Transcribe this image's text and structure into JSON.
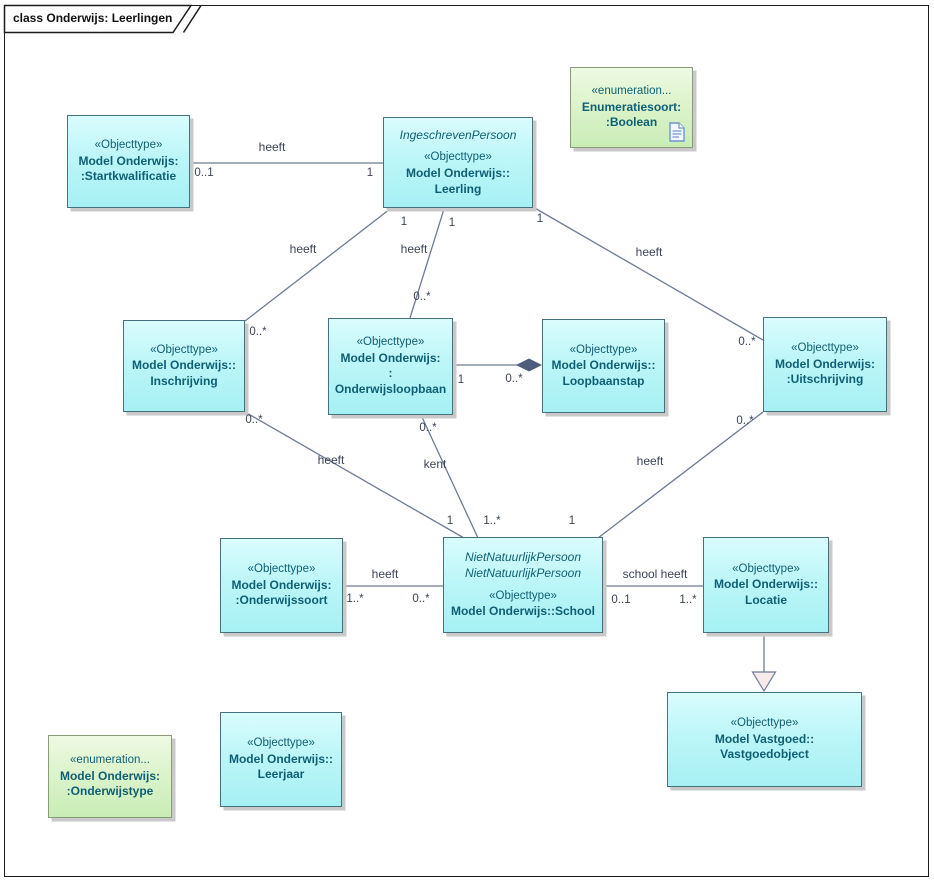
{
  "frame": {
    "title": "class Onderwijs: Leerlingen"
  },
  "colors": {
    "class_fill_top": "#dafcfd",
    "class_fill_bottom": "#a6f0f4",
    "class_border": "#44707f",
    "enum_fill_top": "#eefae3",
    "enum_fill_bottom": "#c9edb6",
    "enum_border": "#8b9b79",
    "text": "#0f5f74",
    "connector": "#6d7b95",
    "connector_text": "#3b4354",
    "shadow": "#c9c9c9"
  },
  "boxes": {
    "startkwalificatie": {
      "stereotype": "«Objecttype»",
      "name1": "Model Onderwijs:",
      "name2": ":Startkwalificatie"
    },
    "leerling": {
      "parent": "IngeschrevenPersoon",
      "stereotype": "«Objecttype»",
      "name1": "Model Onderwijs::",
      "name2": "Leerling"
    },
    "enum_boolean": {
      "stereotype": "«enumeration...",
      "name1": "Enumeratiesoort:",
      "name2": ":Boolean",
      "icon": "document-icon"
    },
    "inschrijving": {
      "stereotype": "«Objecttype»",
      "name1": "Model Onderwijs::",
      "name2": "Inschrijving"
    },
    "onderwijsloopbaan": {
      "stereotype": "«Objecttype»",
      "name1": "Model Onderwijs:",
      "name2": ":",
      "name3": "Onderwijsloopbaan"
    },
    "loopbaanstap": {
      "stereotype": "«Objecttype»",
      "name1": "Model Onderwijs::",
      "name2": "Loopbaanstap"
    },
    "uitschrijving": {
      "stereotype": "«Objecttype»",
      "name1": "Model Onderwijs:",
      "name2": ":Uitschrijving"
    },
    "onderwijssoort": {
      "stereotype": "«Objecttype»",
      "name1": "Model Onderwijs:",
      "name2": ":Onderwijssoort"
    },
    "school": {
      "parent1": "NietNatuurlijkPersoon",
      "parent2": "NietNatuurlijkPersoon",
      "stereotype": "«Objecttype»",
      "name1": "Model Onderwijs::School"
    },
    "locatie": {
      "stereotype": "«Objecttype»",
      "name1": "Model Onderwijs::",
      "name2": "Locatie"
    },
    "vastgoedobject": {
      "stereotype": "«Objecttype»",
      "name1": "Model Vastgoed::",
      "name2": "Vastgoedobject"
    },
    "enum_onderwijstype": {
      "stereotype": "«enumeration...",
      "name1": "Model Onderwijs:",
      "name2": ":Onderwijstype"
    },
    "leerjaar": {
      "stereotype": "«Objecttype»",
      "name1": "Model Onderwijs::",
      "name2": "Leerjaar"
    }
  },
  "associations": [
    {
      "label": "heeft",
      "source": "Model Onderwijs::Startkwalificatie",
      "target": "Model Onderwijs::Leerling",
      "source_mult": "0..1",
      "target_mult": "1",
      "type": "association"
    },
    {
      "label": "heeft",
      "source": "Model Onderwijs::Leerling",
      "target": "Model Onderwijs::Inschrijving",
      "source_mult": "1",
      "target_mult": "0..*",
      "type": "association"
    },
    {
      "label": "heeft",
      "source": "Model Onderwijs::Leerling",
      "target": "Model Onderwijs::Onderwijsloopbaan",
      "source_mult": "1",
      "target_mult": "0..*",
      "type": "association"
    },
    {
      "label": "heeft",
      "source": "Model Onderwijs::Leerling",
      "target": "Model Onderwijs::Uitschrijving",
      "source_mult": "1",
      "target_mult": "0..*",
      "type": "association"
    },
    {
      "label": "",
      "source": "Model Onderwijs::Onderwijsloopbaan",
      "target": "Model Onderwijs::Loopbaanstap",
      "source_mult": "1",
      "target_mult": "0..*",
      "type": "composition"
    },
    {
      "label": "heeft",
      "source": "Model Onderwijs::Inschrijving",
      "target": "Model Onderwijs::School",
      "source_mult": "0..*",
      "target_mult": "1",
      "type": "association"
    },
    {
      "label": "kent",
      "source": "Model Onderwijs::Onderwijsloopbaan",
      "target": "Model Onderwijs::School",
      "source_mult": "0..*",
      "target_mult": "1..*",
      "type": "association"
    },
    {
      "label": "heeft",
      "source": "Model Onderwijs::Uitschrijving",
      "target": "Model Onderwijs::School",
      "source_mult": "0..*",
      "target_mult": "1",
      "type": "association"
    },
    {
      "label": "heeft",
      "source": "Model Onderwijs::Onderwijssoort",
      "target": "Model Onderwijs::School",
      "source_mult": "1..*",
      "target_mult": "0..*",
      "type": "association"
    },
    {
      "label": "school heeft",
      "source": "Model Onderwijs::School",
      "target": "Model Onderwijs::Locatie",
      "source_mult": "0..1",
      "target_mult": "1..*",
      "type": "association"
    },
    {
      "label": "",
      "source": "Model Onderwijs::Locatie",
      "target": "Model Vastgoed::Vastgoedobject",
      "source_mult": "",
      "target_mult": "",
      "type": "generalization"
    }
  ]
}
